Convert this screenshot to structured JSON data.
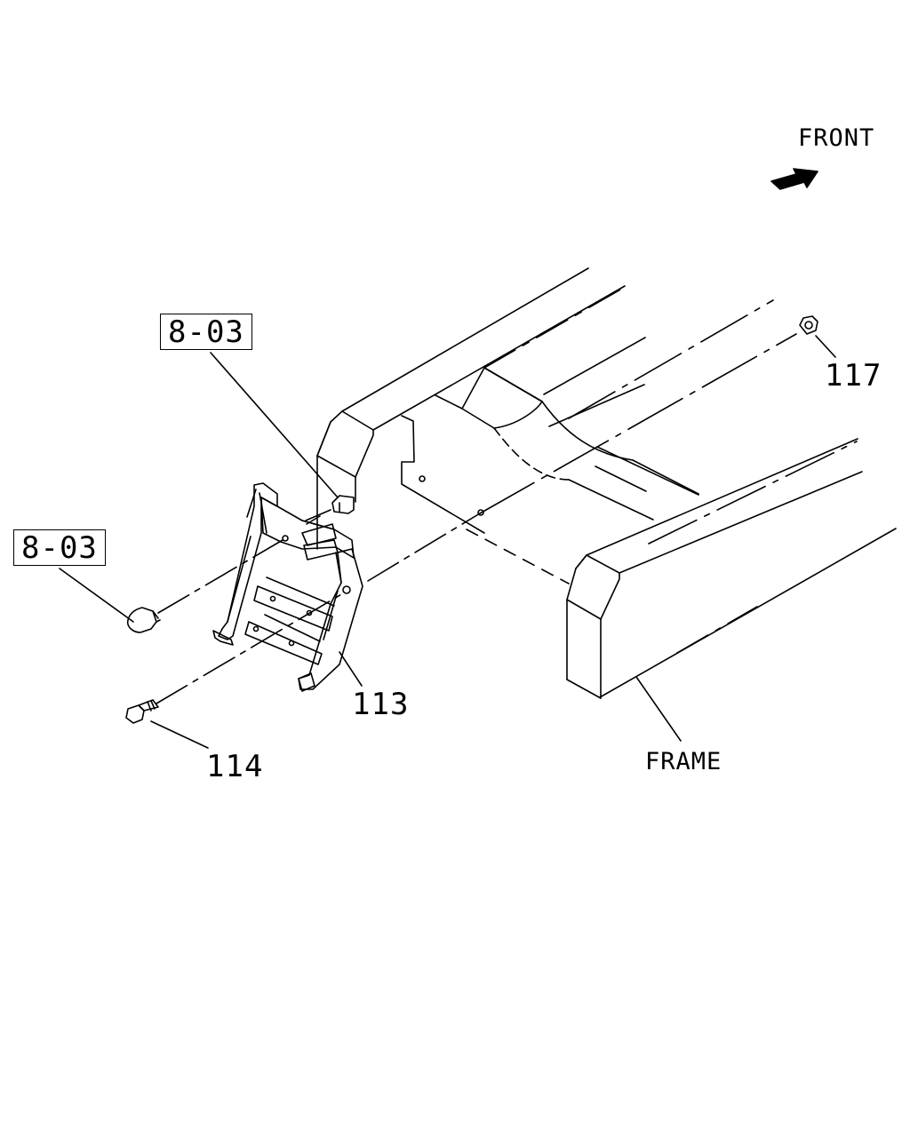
{
  "orientation": {
    "text": "FRONT",
    "icon": "arrow-icon"
  },
  "labels": {
    "ref_top": "8-03",
    "ref_left": "8-03",
    "part_117": "117",
    "part_113": "113",
    "part_114": "114",
    "frame": "FRAME"
  },
  "colors": {
    "line": "#000000",
    "background": "#ffffff"
  }
}
